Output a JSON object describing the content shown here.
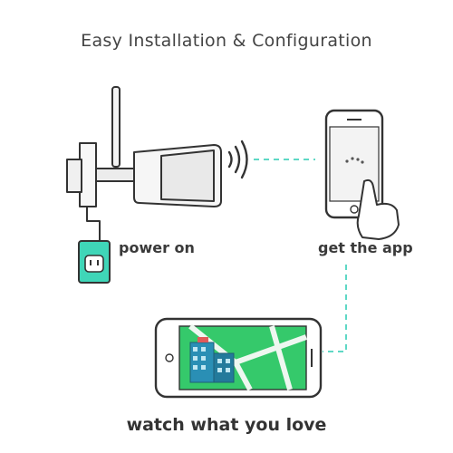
{
  "title": "Easy Installation & Configuration",
  "steps": {
    "power": "power on",
    "app": "get the app",
    "watch": "watch what you love"
  },
  "colors": {
    "accent": "#3fd6b8",
    "dash": "#5fd8c5",
    "outline": "#333333",
    "map_green": "#35c96b",
    "building": "#2a8fb5"
  },
  "icons": [
    "camera-icon",
    "wifi-signal-icon",
    "power-outlet-icon",
    "phone-hand-icon",
    "phone-landscape-icon",
    "building-icon"
  ]
}
